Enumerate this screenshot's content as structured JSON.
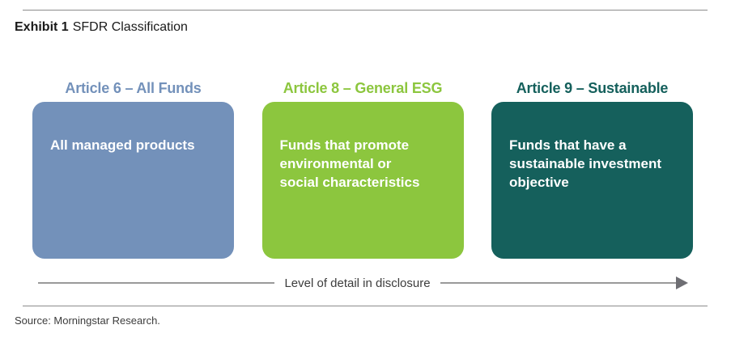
{
  "header": {
    "label": "Exhibit 1",
    "caption": "SFDR Classification"
  },
  "columns": [
    {
      "title": "Article 6 – All Funds",
      "title_color": "#7391ba",
      "box_color": "#7391ba",
      "body": "All managed products"
    },
    {
      "title": "Article 8 – General ESG",
      "title_color": "#8cc63e",
      "box_color": "#8cc63e",
      "body": "Funds that promote\nenvironmental or\nsocial characteristics"
    },
    {
      "title": "Article 9 – Sustainable",
      "title_color": "#15605c",
      "box_color": "#15605c",
      "body": "Funds that have a\nsustainable investment\nobjective"
    }
  ],
  "axis": {
    "label": "Level of detail in disclosure",
    "line_color": "#9a9a9a",
    "arrow_color": "#6e6e73"
  },
  "source": {
    "text": "Source: Morningstar Research."
  },
  "rules": {
    "color": "#8c8c8c"
  }
}
